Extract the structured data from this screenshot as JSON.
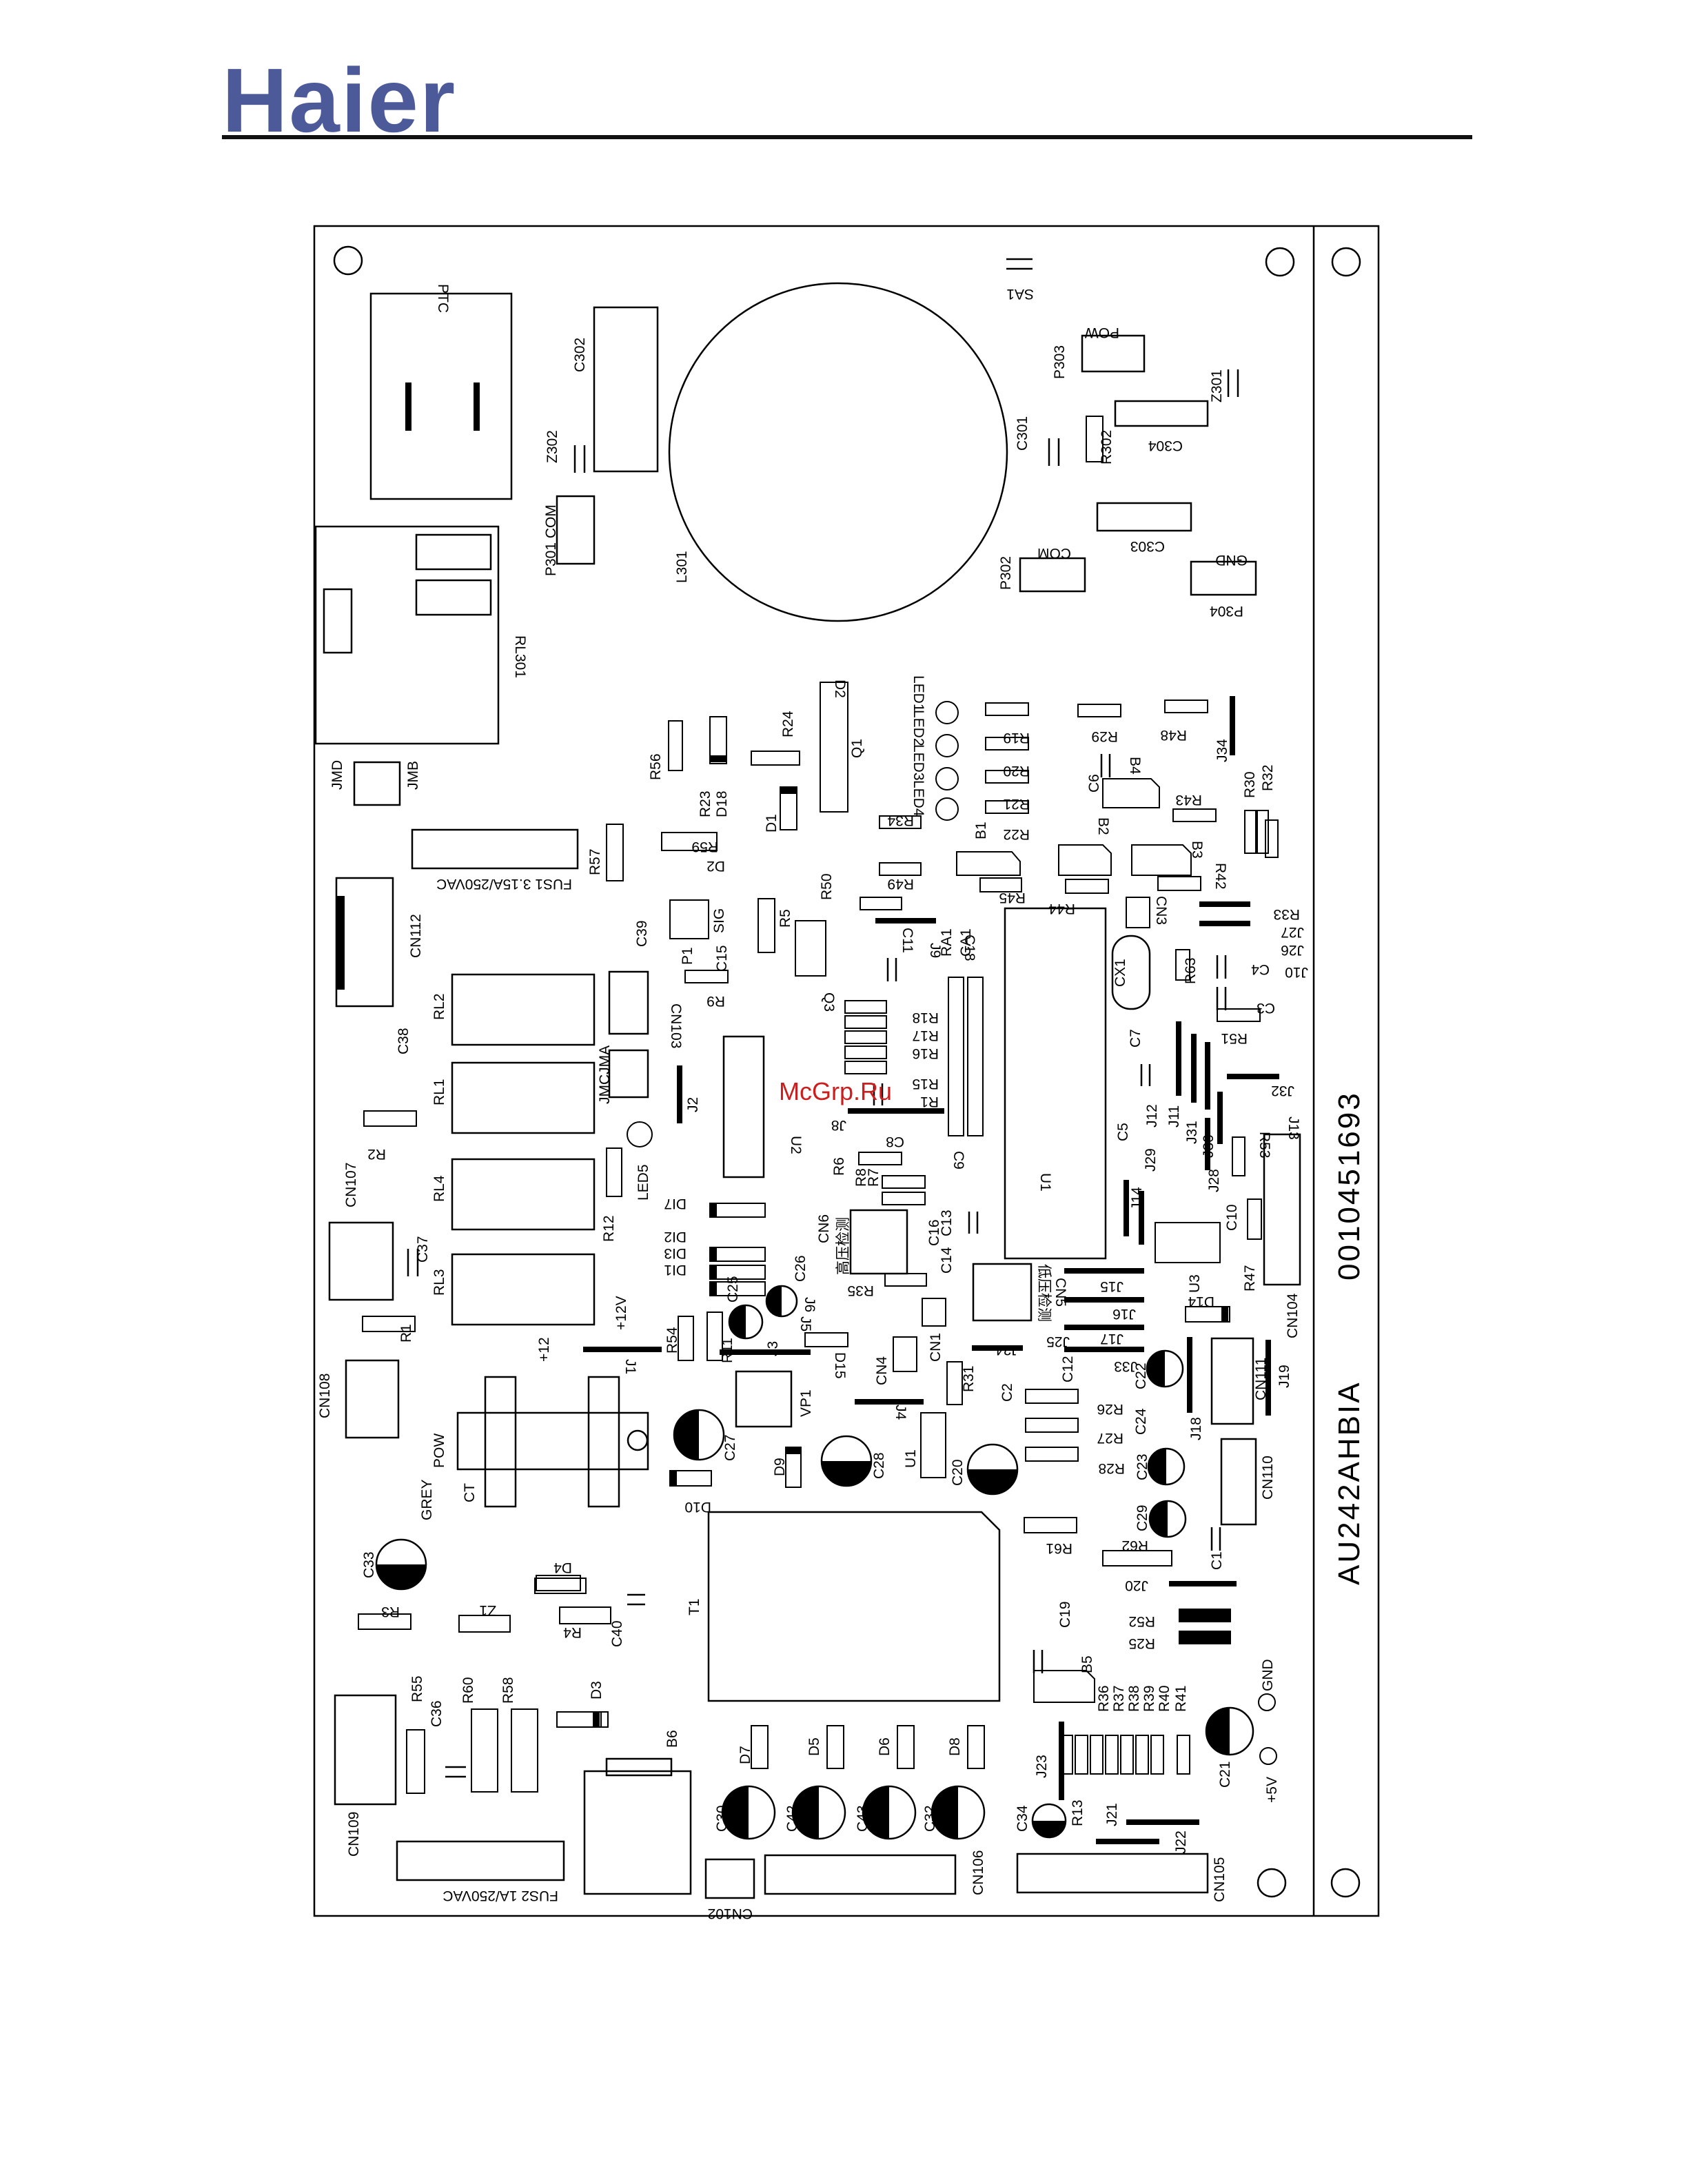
{
  "header": {
    "brand": "Haier",
    "watermark": "McGrp.Ru"
  },
  "board": {
    "part_number": "AU242AHBIA",
    "serial": "0010451693",
    "text_labels": {
      "ptc": "PTC",
      "sa1": "SA1",
      "pow_top": "POW",
      "p303": "P303",
      "c302": "C302",
      "z302": "Z302",
      "c301": "C301",
      "r302": "R302",
      "c304": "C304",
      "z301": "Z301",
      "p301": "P301 COM",
      "l301": "L301",
      "c303": "C303",
      "com": "COM",
      "p302": "P302",
      "gnd_top": "GND",
      "p304": "P304",
      "rl301": "RL301",
      "jmd": "JMD",
      "jmb": "JMB",
      "fus1": "FUS1 3.15A/250VAC",
      "cn112": "CN112",
      "r56": "R56",
      "r23": "R23",
      "d18": "D18",
      "r24": "R24",
      "d2": "D2",
      "q1": "Q1",
      "d1": "D1",
      "r57": "R57",
      "r59": "R59",
      "d2b": "D2",
      "r50": "R50",
      "led1": "LED1",
      "led2": "LED2",
      "led3": "LED3",
      "led4": "LED4",
      "r19": "R19",
      "r20": "R20",
      "r21": "R21",
      "r22": "R22",
      "r29": "R29",
      "r48": "R48",
      "j34": "J34",
      "c6": "C6",
      "b4": "B4",
      "r43": "R43",
      "r30": "R30",
      "r32": "R32",
      "r34": "R34",
      "r49": "R49",
      "b1": "B1",
      "b2": "B2",
      "b3": "B3",
      "r42": "R42",
      "r45": "R45",
      "r44": "R44",
      "cn3": "CN3",
      "r33": "R33",
      "j27": "J27",
      "j26": "J26",
      "c4": "C4",
      "j10": "J10",
      "r63": "R63",
      "c3": "C3",
      "r51": "R51",
      "c39": "C39",
      "p1": "P1",
      "sig": "SIG",
      "c15": "C15",
      "r5": "R5",
      "q3": "Q3",
      "r9": "R9",
      "cn103": "CN103",
      "rl2": "RL2",
      "c38": "C38",
      "jmcjma": "JMCJMA",
      "rl1": "RL1",
      "j2": "J2",
      "u2": "U2",
      "j9": "J9",
      "c11": "C11",
      "c18": "C18",
      "ra1": "RA1",
      "ca1": "CA1",
      "r18": "R18",
      "r17": "R17",
      "r16": "R16",
      "r15": "R15",
      "r1": "R1",
      "j8": "J8",
      "c8": "C8",
      "c9": "C9",
      "cx1": "CX1",
      "c7": "C7",
      "j12": "J12",
      "j11": "J11",
      "j31": "J31",
      "j32": "J32",
      "c5": "C5",
      "j30": "J30",
      "r53": "R53",
      "j13": "J13",
      "u1": "U1",
      "r2": "R2",
      "cn107": "CN107",
      "rl4": "RL4",
      "r12": "R12",
      "led5": "LED5",
      "di7": "DI7",
      "di2": "DI2",
      "di3": "DI3",
      "di1": "DI1",
      "r6": "R6",
      "r8": "R8",
      "r7": "R7",
      "c13": "C13",
      "c16": "C16",
      "cn6": "CN6",
      "cn6_cn": "高压检测",
      "c14": "C14",
      "r35": "R35",
      "c25": "C25",
      "c26": "C26",
      "cn5": "CN5",
      "cn5_cn": "低压检测",
      "j15": "J15",
      "j16": "J16",
      "j17": "J17",
      "j25": "J25",
      "j33": "J33",
      "j24": "J24",
      "j29": "J29",
      "j14": "J14",
      "j28": "J28",
      "c10": "C10",
      "r47": "R47",
      "cn104": "CN104",
      "d14": "D14",
      "u3": "U3",
      "c37": "C37",
      "rl3": "RL3",
      "r1b": "R1",
      "plus12v": "+12V",
      "plus12": "+12",
      "j1": "J1",
      "r54": "R54",
      "r11": "R11",
      "j6": "J6",
      "j5": "J5",
      "j3": "J3",
      "d15": "D15",
      "cn4": "CN4",
      "cn1": "CN1",
      "r31": "R31",
      "c2": "C2",
      "c12": "C12",
      "c22": "C22",
      "r26": "R26",
      "c24": "C24",
      "r27": "R27",
      "j18": "J18",
      "cn111": "CN111",
      "j19": "J19",
      "cn108": "CN108",
      "vp1": "VP1",
      "j4": "J4",
      "pow": "POW",
      "ct": "CT",
      "grey": "GREY",
      "c27": "C27",
      "d10": "D10",
      "d9": "D9",
      "c28": "C28",
      "u1b": "U1",
      "c20": "C20",
      "r28": "R28",
      "c23": "C23",
      "cn110": "CN110",
      "c29": "C29",
      "r61": "R61",
      "r62": "R62",
      "c1": "C1",
      "c33": "C33",
      "d4": "D4",
      "r3": "R3",
      "z1": "Z1",
      "r4": "R4",
      "c40": "C40",
      "t1": "T1",
      "j20": "J20",
      "r52": "R52",
      "r25": "R25",
      "c19": "C19",
      "b5": "B5",
      "r36": "R36",
      "r37": "R37",
      "r38": "R38",
      "r39": "R39",
      "r40": "R40",
      "r41": "R41",
      "gnd": "GND",
      "plus5v": "+5V",
      "c21": "C21",
      "r55": "R55",
      "c36": "C36",
      "r60": "R60",
      "r58": "R58",
      "d3": "D3",
      "b6": "B6",
      "cn109": "CN109",
      "d7": "D7",
      "d5": "D5",
      "d6": "D6",
      "d8": "D8",
      "j23": "J23",
      "c30": "C30",
      "c42": "C42",
      "c43": "C43",
      "c32": "C32",
      "c34": "C34",
      "r13": "R13",
      "j21": "J21",
      "j22": "J22",
      "fus2": "FUS2 1A/250VAC",
      "cn102": "CN102",
      "cn106": "CN106",
      "cn105": "CN105"
    }
  }
}
